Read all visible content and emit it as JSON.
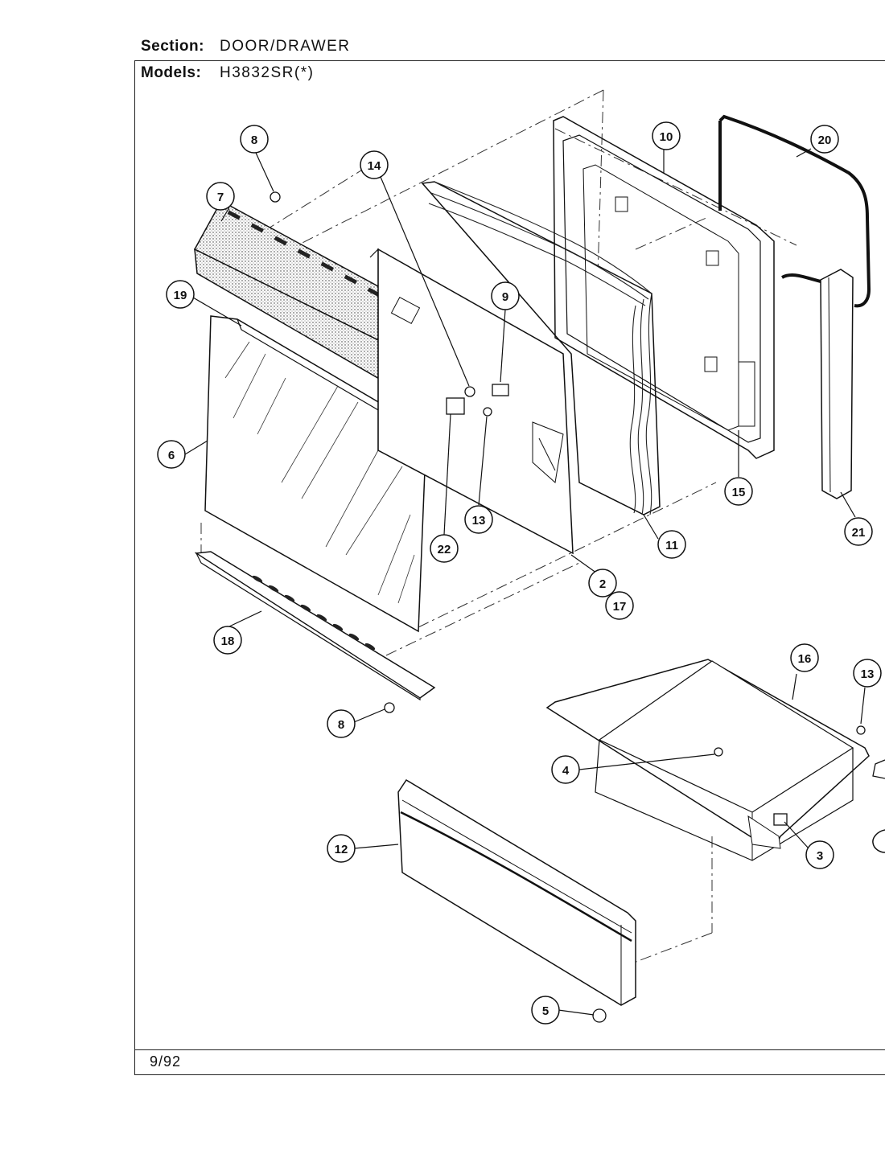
{
  "header": {
    "section_label": "Section:",
    "section_value": "DOOR/DRAWER",
    "models_label": "Models:",
    "models_value": "H3832SR(*)"
  },
  "footer": {
    "date": "9/92"
  },
  "callouts": [
    "8",
    "7",
    "14",
    "19",
    "6",
    "9",
    "13",
    "22",
    "18",
    "8",
    "2",
    "17",
    "10",
    "20",
    "11",
    "15",
    "21",
    "16",
    "13",
    "4",
    "3",
    "12",
    "5"
  ]
}
